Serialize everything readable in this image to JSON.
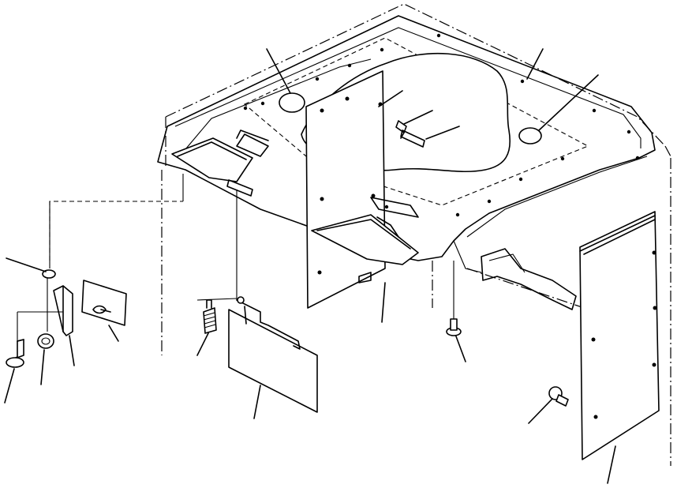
{
  "diagram": {
    "type": "exploded-parts-view",
    "subject": "cab-roof-interior-panels",
    "parts": [
      {
        "id": "roof-liner"
      },
      {
        "id": "dome-light-left"
      },
      {
        "id": "dome-light-right"
      },
      {
        "id": "center-panel"
      },
      {
        "id": "screw-center"
      },
      {
        "id": "bracket-left"
      },
      {
        "id": "bracket-right"
      },
      {
        "id": "rear-panel-right"
      },
      {
        "id": "cover-plate-left"
      },
      {
        "id": "clip-left"
      },
      {
        "id": "washer-left"
      },
      {
        "id": "bolt-left"
      },
      {
        "id": "nut-left"
      },
      {
        "id": "spring-bolt"
      },
      {
        "id": "front-plate"
      },
      {
        "id": "bolt-center-right"
      },
      {
        "id": "bolt-right"
      }
    ],
    "leader_count": 17,
    "line_color": "#000000",
    "background": "#ffffff"
  }
}
